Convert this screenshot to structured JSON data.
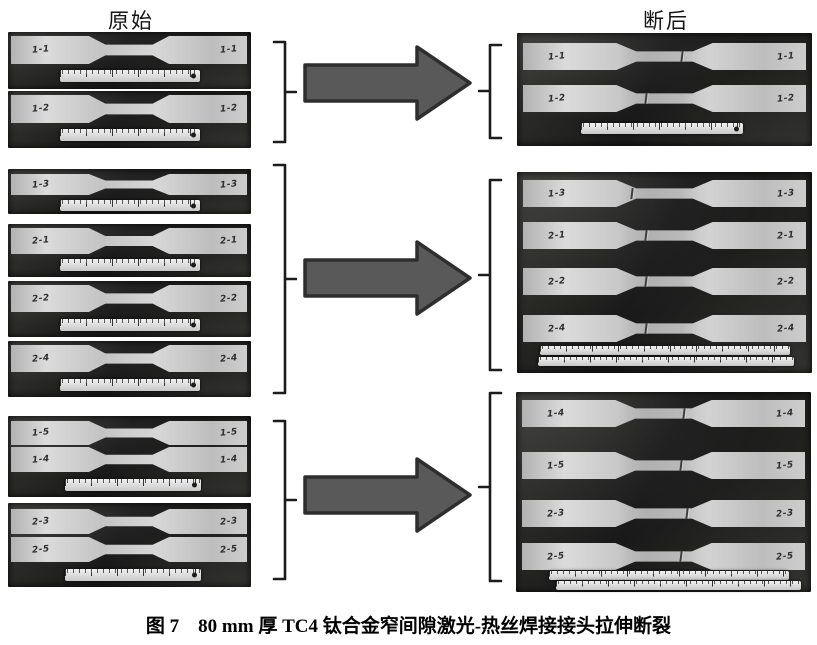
{
  "headers": {
    "left": "原始",
    "right": "断后"
  },
  "caption": {
    "text": "图 7　80 mm 厚 TC4 钛合金窄间隙激光-热丝焊接接头拉伸断裂"
  },
  "icons": {
    "arrow": "right-block-arrow",
    "group_brace": "square-curly-brace",
    "ruler": "steel-scale-ruler"
  },
  "colors": {
    "arrow_fill": "#595959",
    "arrow_border": "#2e2e2e",
    "bracket": "#1c1c1c",
    "photo_background": "#1d1d1b",
    "specimen_metal": "#c9c9c9",
    "ruler": "#dfdfdf",
    "text": "#000000"
  },
  "groups": [
    {
      "original_photos": [
        {
          "specimens": [
            {
              "left_label": "1-1",
              "right_label": "1-1"
            }
          ]
        },
        {
          "specimens": [
            {
              "left_label": "1-2",
              "right_label": "1-2"
            }
          ]
        }
      ],
      "fractured_photo": {
        "specimens": [
          {
            "left_label": "1-1",
            "right_label": "1-1",
            "fracture_x_pct": 56
          },
          {
            "left_label": "1-2",
            "right_label": "1-2",
            "fracture_x_pct": 43
          }
        ]
      }
    },
    {
      "original_photos": [
        {
          "specimens": [
            {
              "left_label": "1-3",
              "right_label": "1-3"
            }
          ]
        },
        {
          "specimens": [
            {
              "left_label": "2-1",
              "right_label": "2-1"
            }
          ]
        },
        {
          "specimens": [
            {
              "left_label": "2-2",
              "right_label": "2-2"
            }
          ]
        },
        {
          "specimens": [
            {
              "left_label": "2-4",
              "right_label": "2-4"
            }
          ]
        }
      ],
      "fractured_photo": {
        "specimens": [
          {
            "left_label": "1-3",
            "right_label": "1-3",
            "fracture_x_pct": 38
          },
          {
            "left_label": "2-1",
            "right_label": "2-1",
            "fracture_x_pct": 43
          },
          {
            "left_label": "2-2",
            "right_label": "2-2",
            "fracture_x_pct": 43
          },
          {
            "left_label": "2-4",
            "right_label": "2-4",
            "fracture_x_pct": 43
          }
        ]
      }
    },
    {
      "original_photos": [
        {
          "specimens": [
            {
              "left_label": "1-5",
              "right_label": "1-5"
            },
            {
              "left_label": "1-4",
              "right_label": "1-4"
            }
          ]
        },
        {
          "specimens": [
            {
              "left_label": "2-3",
              "right_label": "2-3"
            },
            {
              "left_label": "2-5",
              "right_label": "2-5"
            }
          ]
        }
      ],
      "fractured_photo": {
        "specimens": [
          {
            "left_label": "1-4",
            "right_label": "1-4",
            "fracture_x_pct": 57
          },
          {
            "left_label": "1-5",
            "right_label": "1-5",
            "fracture_x_pct": 56
          },
          {
            "left_label": "2-3",
            "right_label": "2-3",
            "fracture_x_pct": 58
          },
          {
            "left_label": "2-5",
            "right_label": "2-5",
            "fracture_x_pct": 56
          }
        ]
      }
    }
  ]
}
